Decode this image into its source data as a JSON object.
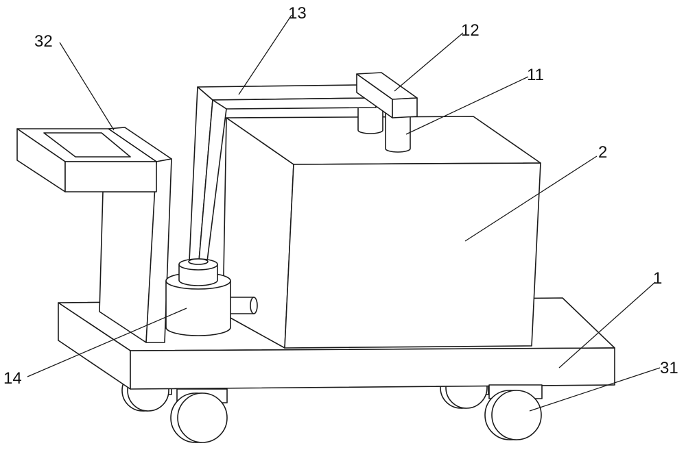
{
  "callouts": {
    "c1": "1",
    "c2": "2",
    "c11": "11",
    "c12": "12",
    "c13": "13",
    "c14": "14",
    "c31": "31",
    "c32": "32"
  }
}
